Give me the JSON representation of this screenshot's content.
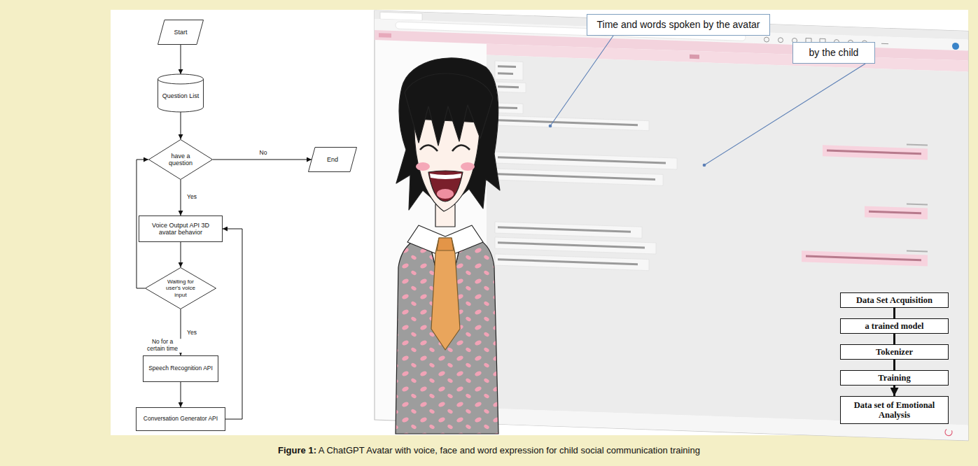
{
  "diagram": {
    "caption": "Figure 1: A ChatGPT Avatar with voice, face and word expression for child social communication training",
    "nodes": [
      {
        "text": [
          "Start"
        ]
      },
      {
        "text": [
          "Question List"
        ]
      },
      {
        "text": [
          "have a question"
        ]
      },
      {
        "text": [
          "End"
        ]
      },
      {
        "text": [
          "Voice Output API 3D avatar behavior"
        ]
      },
      {
        "text": [
          "Waiting for user's voice input"
        ]
      },
      {
        "text": [
          "Speech Recognition API"
        ]
      },
      {
        "text": [
          "Conversation Generator API"
        ]
      },
      {
        "text": [
          "Time and words spoken by the avatar"
        ]
      },
      {
        "text": [
          "by the child"
        ]
      },
      {
        "text": [
          "Data Set Acquisition"
        ]
      },
      {
        "text": [
          "a trained model"
        ]
      },
      {
        "text": [
          "Tokenizer"
        ]
      },
      {
        "text": [
          "Training"
        ]
      },
      {
        "text": [
          "Data set of Emotional Analysis"
        ]
      }
    ],
    "edges": [
      {
        "from": 0,
        "to": 1,
        "arrow": "to"
      },
      {
        "from": 1,
        "to": 2,
        "arrow": "to"
      },
      {
        "from": 2,
        "to": 3,
        "label": "No",
        "arrow": "to"
      },
      {
        "from": 2,
        "to": 4,
        "label": "Yes",
        "arrow": "to"
      },
      {
        "from": 4,
        "to": 5,
        "arrow": "to"
      },
      {
        "from": 5,
        "to": 2,
        "label": "No for a certain time",
        "arrow": "to"
      },
      {
        "from": 5,
        "to": 6,
        "label": "Yes",
        "arrow": "to"
      },
      {
        "from": 6,
        "to": 7,
        "arrow": "to"
      },
      {
        "from": 7,
        "to": 4,
        "arrow": "to"
      },
      {
        "from": 10,
        "to": 11,
        "arrow": "none"
      },
      {
        "from": 11,
        "to": 12,
        "arrow": "none"
      },
      {
        "from": 12,
        "to": 13,
        "arrow": "none"
      },
      {
        "from": 13,
        "to": 14,
        "arrow": "to"
      }
    ]
  }
}
